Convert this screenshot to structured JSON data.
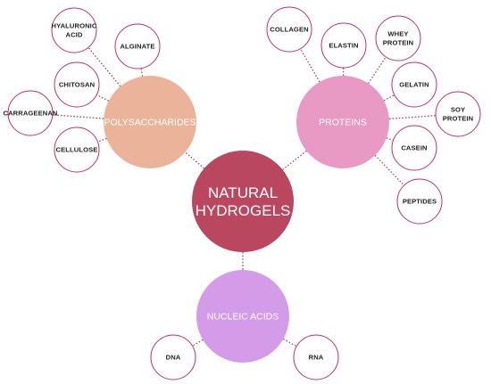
{
  "center": {
    "lines": [
      "NATURAL",
      "HYDROGELS"
    ],
    "color": "#b8475f"
  },
  "categories": [
    {
      "id": "polysaccharides",
      "label": "POLYSACCHARIDES",
      "color": "#ebb49a",
      "link_color": "#9a3a52",
      "leaves": [
        {
          "lines": [
            "HYALURONIC",
            "ACID"
          ]
        },
        {
          "lines": [
            "ALGINATE"
          ]
        },
        {
          "lines": [
            "CHITOSAN"
          ]
        },
        {
          "lines": [
            "CARRAGEENAN"
          ]
        },
        {
          "lines": [
            "CELLULOSE"
          ]
        }
      ]
    },
    {
      "id": "proteins",
      "label": "PROTEINS",
      "color": "#e89ac4",
      "link_color": "#b03a6a",
      "leaves": [
        {
          "lines": [
            "COLLAGEN"
          ]
        },
        {
          "lines": [
            "ELASTIN"
          ]
        },
        {
          "lines": [
            "WHEY",
            "PROTEIN"
          ]
        },
        {
          "lines": [
            "GELATIN"
          ]
        },
        {
          "lines": [
            "SOY",
            "PROTEIN"
          ]
        },
        {
          "lines": [
            "CASEIN"
          ]
        },
        {
          "lines": [
            "PEPTIDES"
          ]
        }
      ]
    },
    {
      "id": "nucleic-acids",
      "label": "NUCLEIC ACIDS",
      "color": "#d39be8",
      "link_color": "#8a3aa0",
      "leaves": [
        {
          "lines": [
            "DNA"
          ]
        },
        {
          "lines": [
            "RNA"
          ]
        }
      ]
    }
  ],
  "leaf_ring_color": "#c4315a"
}
